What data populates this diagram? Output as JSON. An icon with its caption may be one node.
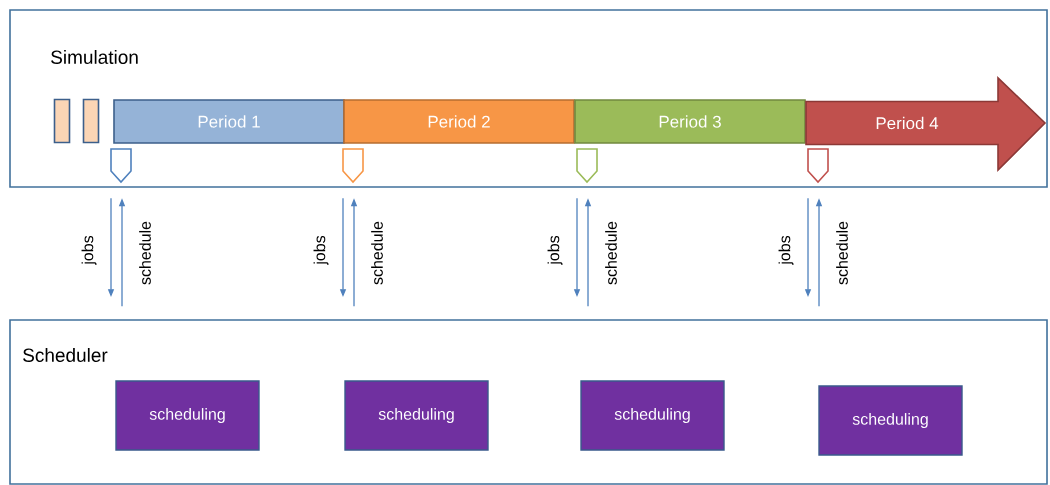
{
  "diagram": {
    "nodes": [
      {
        "text": [
          "Simulation"
        ]
      },
      {
        "text": [],
        "shape": "box",
        "in": 0
      },
      {
        "text": [],
        "shape": "box",
        "in": 0
      },
      {
        "text": [
          "Period 1"
        ],
        "in": 0
      },
      {
        "text": [
          "Period 2"
        ],
        "in": 0
      },
      {
        "text": [
          "Period 3"
        ],
        "in": 0
      },
      {
        "text": [
          "Period 4"
        ],
        "in": 0
      },
      {
        "text": [],
        "shape": "tag",
        "in": 0
      },
      {
        "text": [],
        "shape": "tag",
        "in": 0
      },
      {
        "text": [],
        "shape": "tag",
        "in": 0
      },
      {
        "text": [],
        "shape": "tag",
        "in": 0
      },
      {
        "text": [
          "Scheduler"
        ]
      },
      {
        "text": [
          "scheduling"
        ],
        "in": 11
      },
      {
        "text": [
          "scheduling"
        ],
        "in": 11
      },
      {
        "text": [
          "scheduling"
        ],
        "in": 11
      },
      {
        "text": [
          "scheduling"
        ],
        "in": 11
      }
    ],
    "edges": [
      {
        "from": 7,
        "to": 11,
        "arrow": "to",
        "label": "jobs"
      },
      {
        "from": 11,
        "to": 7,
        "arrow": "to",
        "label": "schedule"
      },
      {
        "from": 8,
        "to": 11,
        "arrow": "to",
        "label": "jobs"
      },
      {
        "from": 11,
        "to": 8,
        "arrow": "to",
        "label": "schedule"
      },
      {
        "from": 9,
        "to": 11,
        "arrow": "to",
        "label": "jobs"
      },
      {
        "from": 11,
        "to": 9,
        "arrow": "to",
        "label": "schedule"
      },
      {
        "from": 10,
        "to": 11,
        "arrow": "to",
        "label": "jobs"
      },
      {
        "from": 11,
        "to": 10,
        "arrow": "to",
        "label": "schedule"
      }
    ]
  }
}
